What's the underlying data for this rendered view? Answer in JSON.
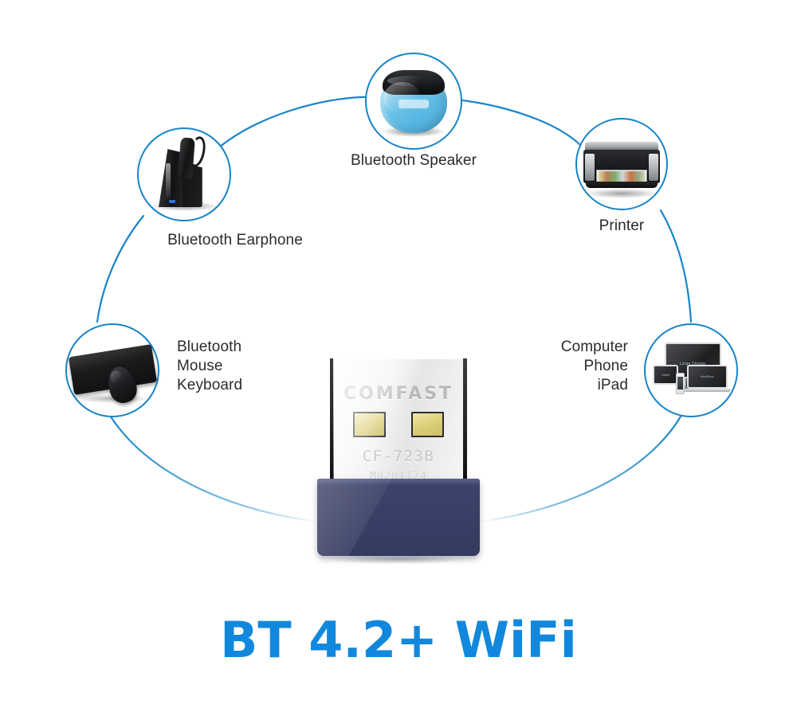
{
  "title": "BT 4.2+ WiFi",
  "accent_color": "#1188dd",
  "arc_color": "#1784c8",
  "label_color": "#2b2b2b",
  "product": {
    "brand": "COMFAST",
    "model": "CF-723B",
    "serial": "M0201174",
    "shell_color": "#3a4068",
    "connector_color": "#f2f2f3",
    "contact_color": "#ddd07a"
  },
  "nodes": [
    {
      "id": "bluetooth-speaker",
      "label": "Bluetooth Speaker",
      "icon": "bluetooth-speaker-icon",
      "body_color": "#6cc2e8"
    },
    {
      "id": "bluetooth-earphone",
      "label": "Bluetooth Earphone",
      "icon": "bluetooth-earphone-icon",
      "body_color": "#141416"
    },
    {
      "id": "printer",
      "label": "Printer",
      "icon": "printer-icon",
      "body_color": "#17191b"
    },
    {
      "id": "bluetooth-mouse-keyboard",
      "label": "Bluetooth\nMouse\nKeyboard",
      "icon": "keyboard-mouse-icon",
      "body_color": "#1b1b1d"
    },
    {
      "id": "computer-phone-ipad",
      "label": "Computer\nPhone\niPad",
      "icon": "computer-devices-icon",
      "body_color": "#2b2d2f",
      "screens": {
        "monitor": "Large Display",
        "tablet": "Tablet",
        "laptop": "MacBook"
      }
    }
  ]
}
